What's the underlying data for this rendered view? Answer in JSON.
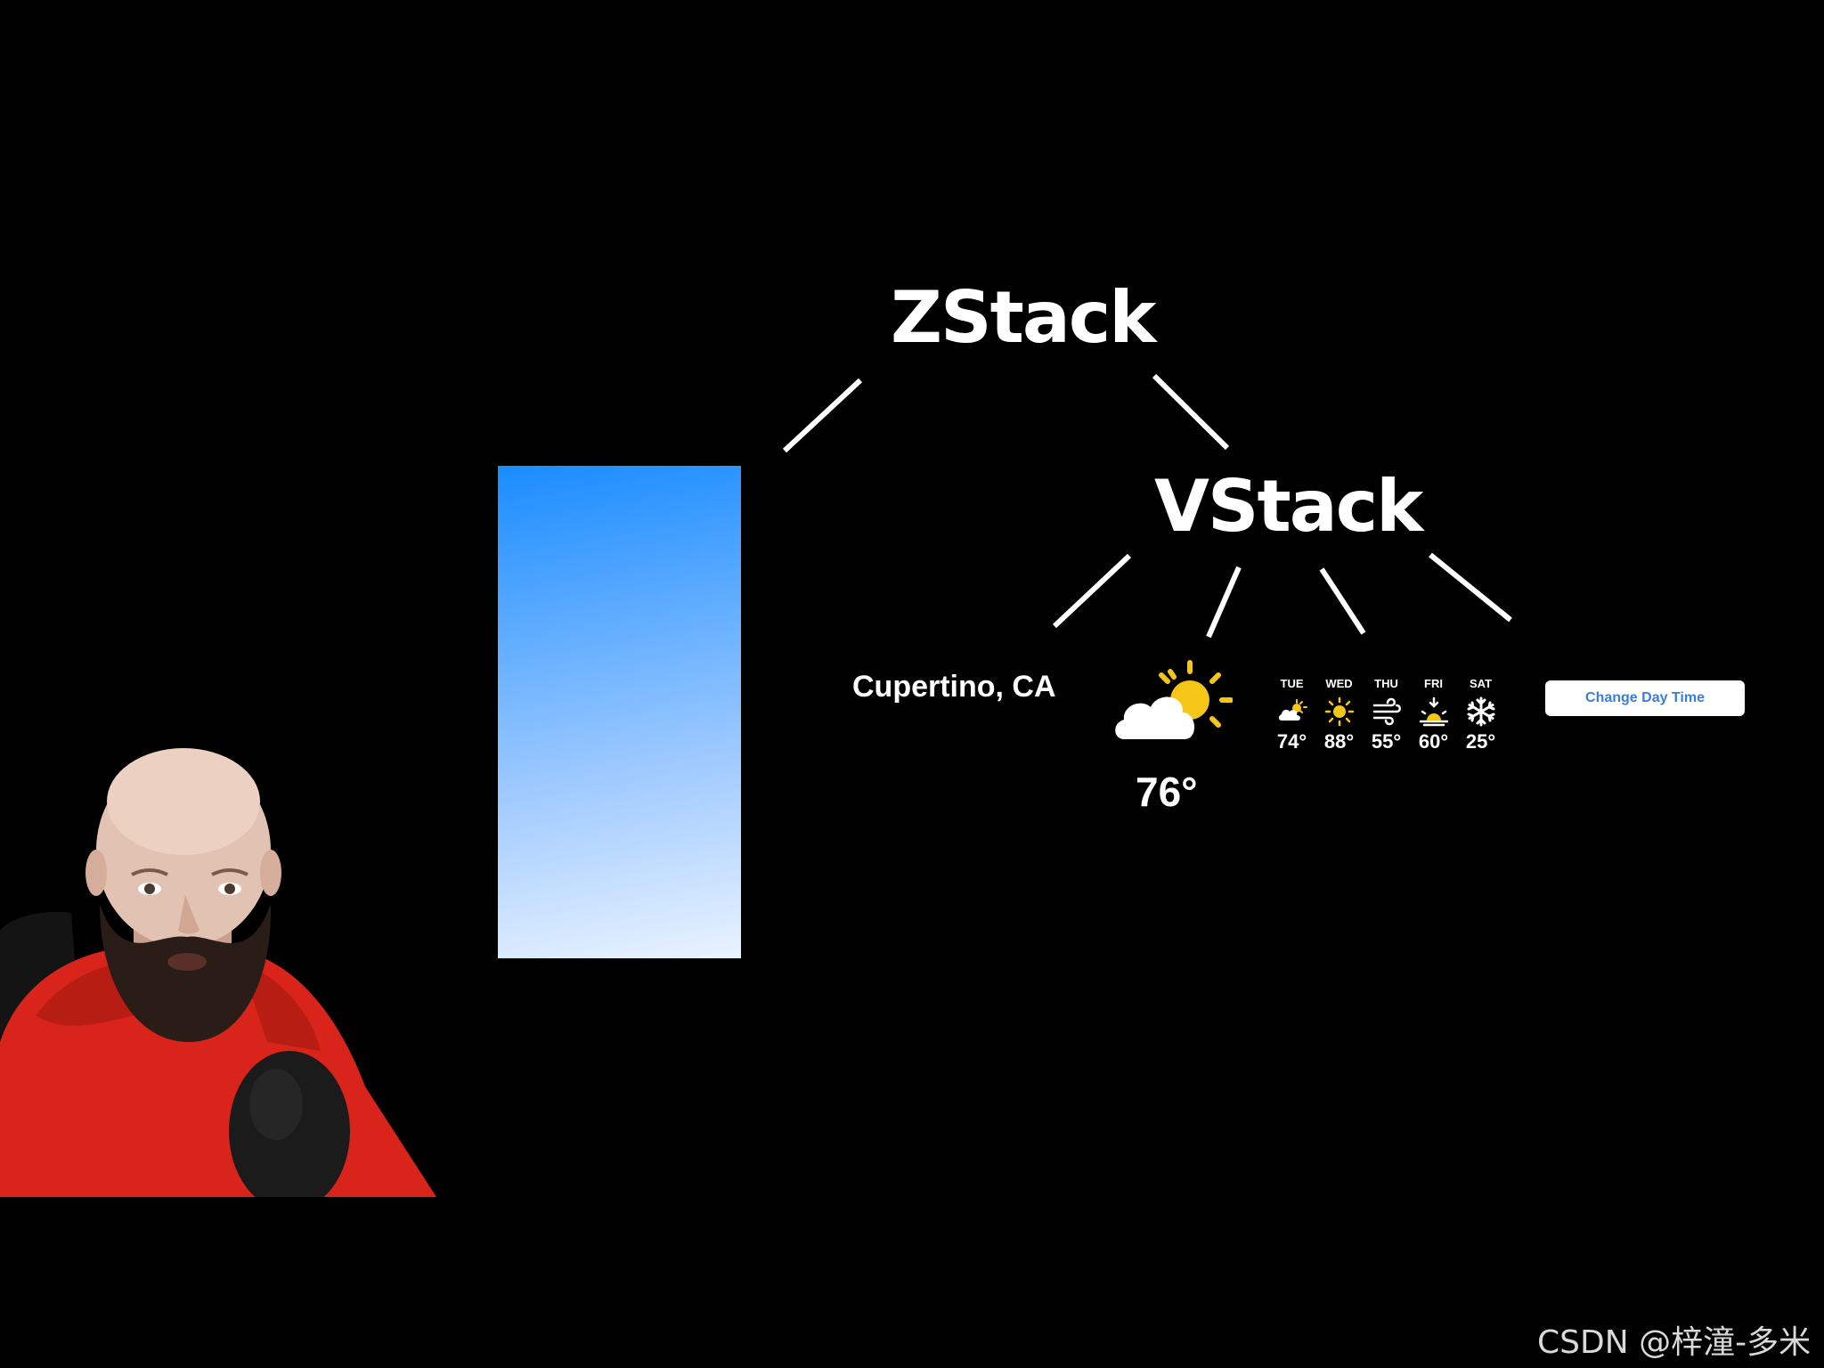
{
  "diagram": {
    "root_label": "ZStack",
    "child_label": "VStack"
  },
  "weather": {
    "city": "Cupertino, CA",
    "current_temp": "76°",
    "current_icon": "cloud-sun-icon",
    "forecast": [
      {
        "day": "TUE",
        "icon": "cloud-sun-icon",
        "temp": "74°"
      },
      {
        "day": "WED",
        "icon": "sun-icon",
        "temp": "88°"
      },
      {
        "day": "THU",
        "icon": "wind-icon",
        "temp": "55°"
      },
      {
        "day": "FRI",
        "icon": "sunset-icon",
        "temp": "60°"
      },
      {
        "day": "SAT",
        "icon": "snowflake-icon",
        "temp": "25°"
      }
    ],
    "button_label": "Change Day Time"
  },
  "colors": {
    "background": "#000000",
    "gradient_top": "#1a8cff",
    "gradient_bottom": "#e9f3ff",
    "sun": "#f5c518",
    "button_text": "#3b7ddd"
  },
  "watermark": "CSDN @梓潼-多米"
}
